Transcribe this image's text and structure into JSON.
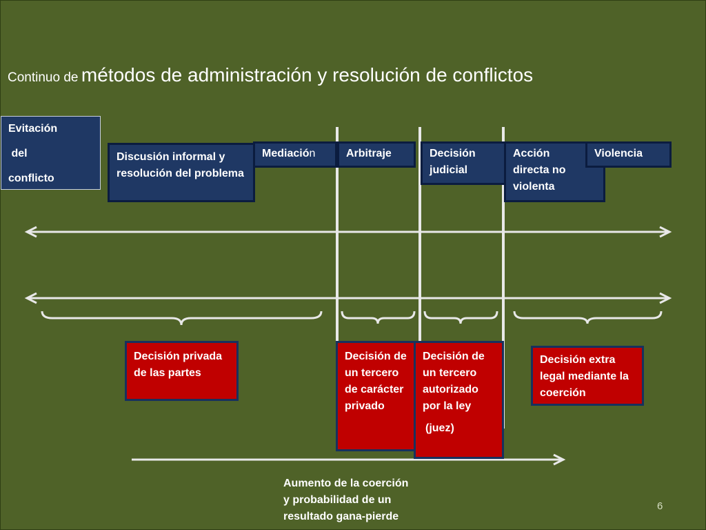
{
  "title": {
    "prefix": "Continuo de",
    "main": "métodos de administración y resolución de conflictos"
  },
  "top_boxes": {
    "avoidance": [
      "Evitación",
      " del",
      "conflicto"
    ],
    "informal": "Discusión informal y resolución del problema",
    "mediation_main": "Mediació",
    "mediation_tail": "n",
    "arbitration": "Arbitraje",
    "judicial": "Decisión judicial",
    "direct_action": "Acción directa no violenta",
    "violence": "Violencia"
  },
  "bottom_boxes": {
    "private": "Decisión privada de las partes",
    "third_private": "Decisión de un tercero de carácter privado",
    "third_legal": "Decisión de un tercero autorizado por la ley",
    "judge": "(juez)",
    "extralegal": "Decisión extra legal mediante la coerción"
  },
  "caption": [
    "Aumento de la coerción",
    "y probabilidad de un",
    "resultado gana-pierde"
  ],
  "page_number": "6",
  "colors": {
    "background": "#4f6228",
    "blue_box": "#1f3864",
    "red_box": "#c00000",
    "line": "#e8e8e8"
  }
}
